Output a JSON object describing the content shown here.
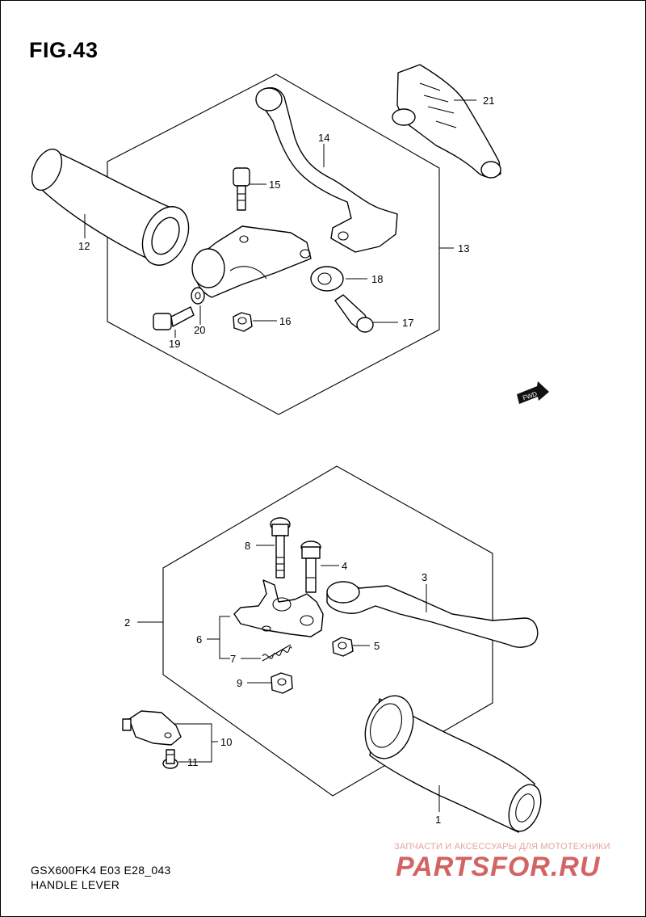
{
  "figure": {
    "title": "FIG.43",
    "model_code": "GSX600FK4 E03 E28_043",
    "caption": "HANDLE LEVER",
    "direction_badge": "FWD"
  },
  "watermark": {
    "tagline": "ЗАПЧАСТИ И АКСЕССУАРЫ ДЛЯ МОТОТЕХНИКИ",
    "logo_text": "PARTSFOR.RU"
  },
  "callouts": {
    "c1": "1",
    "c2": "2",
    "c3": "3",
    "c4": "4",
    "c5": "5",
    "c6": "6",
    "c7": "7",
    "c8": "8",
    "c9": "9",
    "c10": "10",
    "c11": "11",
    "c12": "12",
    "c13": "13",
    "c14": "14",
    "c15": "15",
    "c16": "16",
    "c17": "17",
    "c18": "18",
    "c19": "19",
    "c20": "20",
    "c21": "21"
  }
}
